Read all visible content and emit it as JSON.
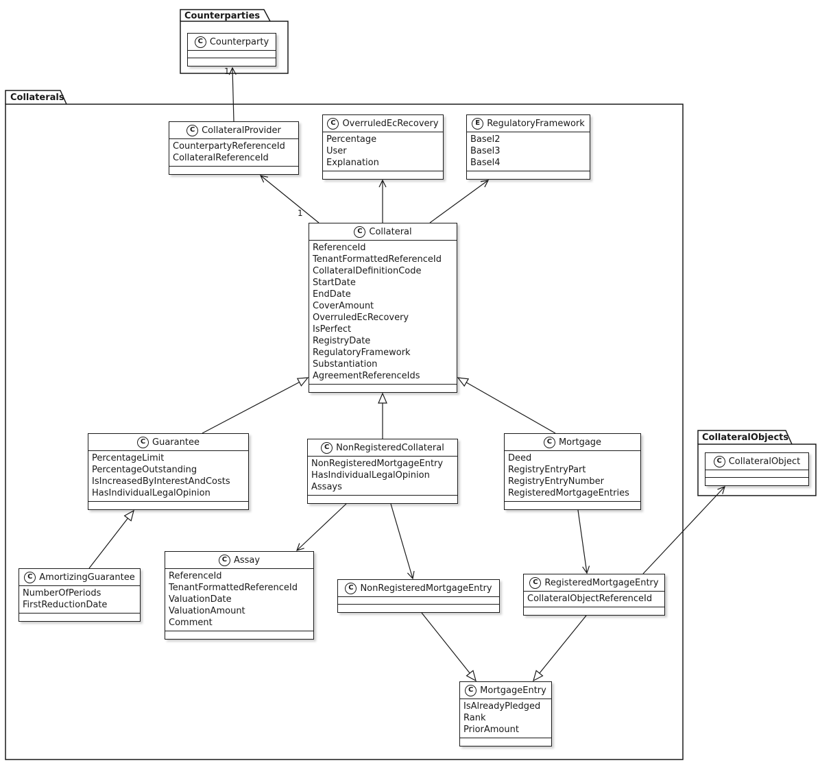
{
  "packages": {
    "counterparties": {
      "label": "Counterparties"
    },
    "collaterals": {
      "label": "Collaterals"
    },
    "collateral_objects": {
      "label": "CollateralObjects"
    }
  },
  "classes": {
    "counterparty": {
      "spot": "C",
      "name": "Counterparty",
      "attrs": []
    },
    "collateral_provider": {
      "spot": "C",
      "name": "CollateralProvider",
      "attrs": [
        "CounterpartyReferenceId",
        "CollateralReferenceId"
      ]
    },
    "overruled_ec_recovery": {
      "spot": "C",
      "name": "OverruledEcRecovery",
      "attrs": [
        "Percentage",
        "User",
        "Explanation"
      ]
    },
    "regulatory_framework": {
      "spot": "E",
      "name": "RegulatoryFramework",
      "attrs": [
        "Basel2",
        "Basel3",
        "Basel4"
      ]
    },
    "collateral": {
      "spot": "C",
      "name": "Collateral",
      "attrs": [
        "ReferenceId",
        "TenantFormattedReferenceId",
        "CollateralDefinitionCode",
        "StartDate",
        "EndDate",
        "CoverAmount",
        "OverruledEcRecovery",
        "IsPerfect",
        "RegistryDate",
        "RegulatoryFramework",
        "Substantiation",
        "AgreementReferenceIds"
      ]
    },
    "guarantee": {
      "spot": "C",
      "name": "Guarantee",
      "attrs": [
        "PercentageLimit",
        "PercentageOutstanding",
        "IsIncreasedByInterestAndCosts",
        "HasIndividualLegalOpinion"
      ]
    },
    "non_registered_collateral": {
      "spot": "C",
      "name": "NonRegisteredCollateral",
      "attrs": [
        "NonRegisteredMortgageEntry",
        "HasIndividualLegalOpinion",
        "Assays"
      ]
    },
    "mortgage": {
      "spot": "C",
      "name": "Mortgage",
      "attrs": [
        "Deed",
        "RegistryEntryPart",
        "RegistryEntryNumber",
        "RegisteredMortgageEntries"
      ]
    },
    "amortizing_guarantee": {
      "spot": "C",
      "name": "AmortizingGuarantee",
      "attrs": [
        "NumberOfPeriods",
        "FirstReductionDate"
      ]
    },
    "assay": {
      "spot": "C",
      "name": "Assay",
      "attrs": [
        "ReferenceId",
        "TenantFormattedReferenceId",
        "ValuationDate",
        "ValuationAmount",
        "Comment"
      ]
    },
    "non_registered_mortgage_entry": {
      "spot": "C",
      "name": "NonRegisteredMortgageEntry",
      "attrs": []
    },
    "registered_mortgage_entry": {
      "spot": "C",
      "name": "RegisteredMortgageEntry",
      "attrs": [
        "CollateralObjectReferenceId"
      ]
    },
    "mortgage_entry": {
      "spot": "C",
      "name": "MortgageEntry",
      "attrs": [
        "IsAlreadyPledged",
        "Rank",
        "PriorAmount"
      ]
    },
    "collateral_object": {
      "spot": "C",
      "name": "CollateralObject",
      "attrs": []
    }
  },
  "edge_labels": {
    "provider_to_counterparty": "1",
    "collateral_to_provider": "1"
  }
}
